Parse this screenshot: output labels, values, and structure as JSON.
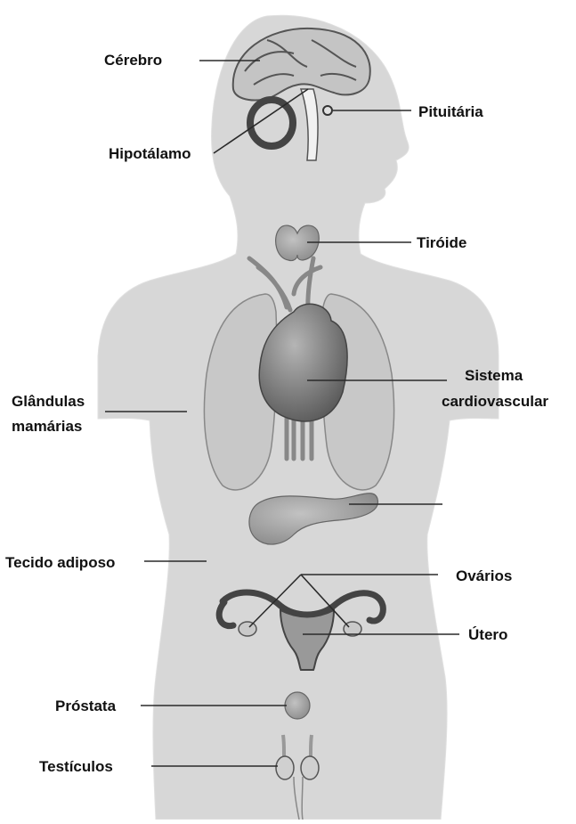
{
  "labels": {
    "cerebro": "Cérebro",
    "pituitaria": "Pituitária",
    "hipotalamo": "Hipotálamo",
    "tiroide": "Tiróide",
    "sistema_cardiovascular_1": "Sistema",
    "sistema_cardiovascular_2": "cardiovascular",
    "glandulas_mamarias_1": "Glândulas",
    "glandulas_mamarias_2": "mamárias",
    "tecido_adiposo": "Tecido adiposo",
    "ovarios": "Ovários",
    "utero": "Útero",
    "prostata": "Próstata",
    "testiculos": "Testículos"
  },
  "colors": {
    "body_fill": "#d7d7d7",
    "organ_dark": "#6e6e6e",
    "organ_mid": "#9a9a9a",
    "organ_light": "#c6c6c6",
    "line": "#2a2a2a"
  }
}
